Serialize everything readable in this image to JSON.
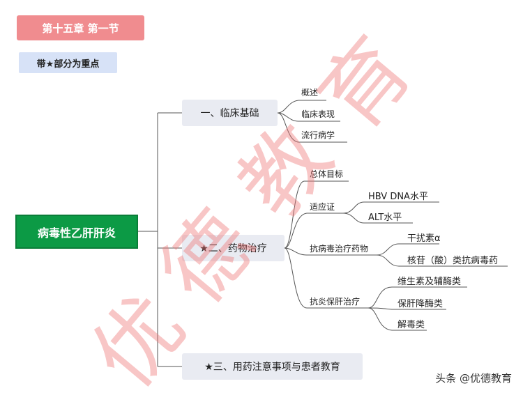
{
  "title": "第十五章  第一节",
  "note": "带★部分为重点",
  "root": "病毒性乙肝肝炎",
  "branches": {
    "b1": {
      "label": "一、临床基础",
      "leaves": [
        "概述",
        "临床表现",
        "流行病学"
      ]
    },
    "b2": {
      "label": "★二、药物治疗",
      "goal": "总体目标",
      "indication": {
        "label": "适应证",
        "items": [
          "HBV DNA水平",
          "ALT水平"
        ]
      },
      "antiviral": {
        "label": "抗病毒治疗药物",
        "items": [
          "干扰素α",
          "核苷（酸）类抗病毒药"
        ]
      },
      "antiinflammatory": {
        "label": "抗炎保肝治疗",
        "items": [
          "维生素及辅酶类",
          "保肝降酶类",
          "解毒类"
        ]
      }
    },
    "b3": {
      "label": "★三、用药注意事项与患者教育"
    }
  },
  "watermark": [
    "优",
    "德",
    "教",
    "育"
  ],
  "credit": "头条 @优德教育"
}
